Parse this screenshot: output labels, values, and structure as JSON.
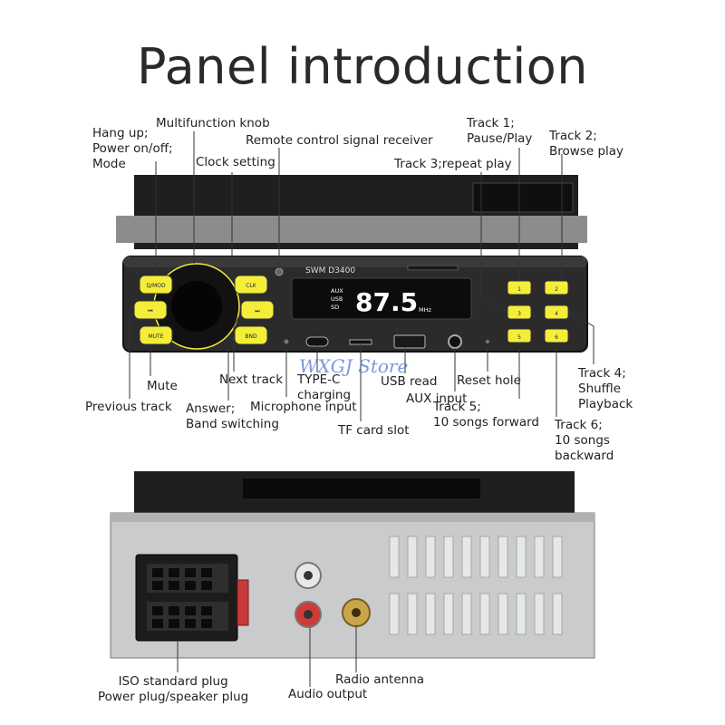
{
  "title": "Panel introduction",
  "watermark": "WXGJ Store",
  "front_panel": {
    "model": "SWM  D3400",
    "display": {
      "freq": "87.5",
      "unit": "MHz",
      "src1": "AUX",
      "src2": "USB",
      "src3": "SD"
    },
    "buttons": {
      "mode": "Q/MOD",
      "clk": "CLK",
      "prev": "⏮",
      "next": "⏭",
      "mute": "MUTE",
      "band": "BND",
      "num1": "1",
      "num2": "2",
      "num3": "3",
      "num4": "4",
      "num5": "5",
      "num6": "6"
    }
  },
  "labels": {
    "hang_up": "Hang up;\nPower on/off;\nMode",
    "knob": "Multifunction knob",
    "remote": "Remote control signal receiver",
    "clock": "Clock setting",
    "track1": "Track 1;\nPause/Play",
    "track2": "Track 2;\nBrowse play",
    "track3": "Track 3;repeat play",
    "mute": "Mute",
    "prev": "Previous track",
    "next": "Next track",
    "answer": "Answer;\nBand switching",
    "typec": "TYPE-C\ncharging",
    "mic": "Microphone input",
    "usb": "USB read",
    "aux": "AUX input",
    "tf": "TF card slot",
    "reset": "Reset hole",
    "track4": "Track 4;\nShuffle\nPlayback",
    "track5": "Track 5;\n10 songs forward",
    "track6": "Track 6;\n10 songs\nbackward",
    "iso": "ISO standard plug\nPower plug/speaker plug",
    "antenna": "Radio antenna",
    "audio": "Audio output"
  },
  "colors": {
    "button_yellow": "#f4ee3a",
    "panel": "#2b2b2b",
    "lcd": "#0c0c0c"
  }
}
